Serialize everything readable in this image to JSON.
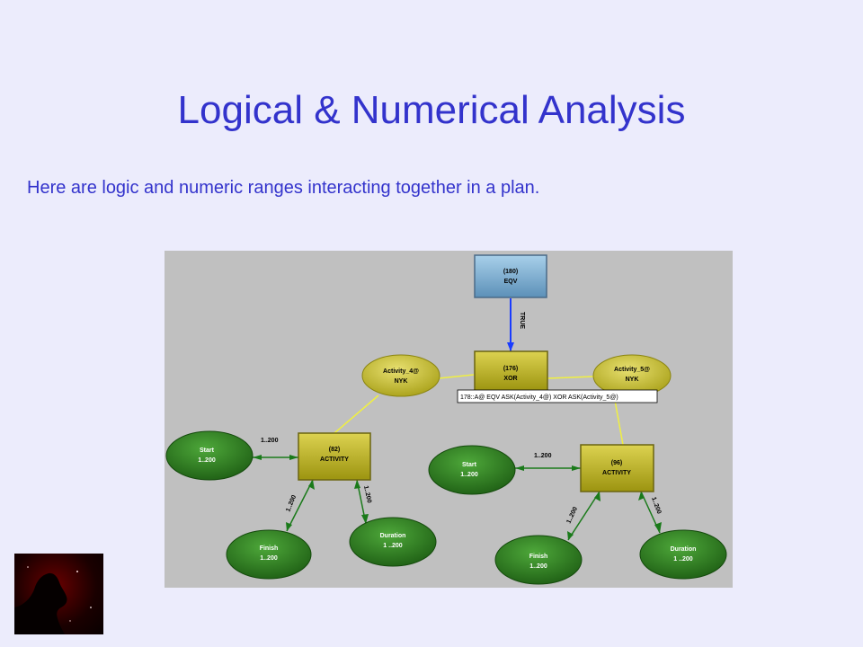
{
  "title": "Logical & Numerical Analysis",
  "subtitle": "Here are logic and numeric ranges interacting together in a plan.",
  "diagram": {
    "nodes": {
      "eqv": {
        "id": "(180)",
        "label": "EQV"
      },
      "xor": {
        "id": "(176)",
        "label": "XOR"
      },
      "act4": {
        "name": "Activity_4@",
        "loc": "NYK"
      },
      "act5": {
        "name": "Activity_5@",
        "loc": "NYK"
      },
      "activity82": {
        "id": "(82)",
        "label": "ACTIVITY"
      },
      "activity96": {
        "id": "(96)",
        "label": "ACTIVITY"
      },
      "start1": {
        "name": "Start",
        "range": "1..200"
      },
      "finish1": {
        "name": "Finish",
        "range": "1..200"
      },
      "duration1": {
        "name": "Duration",
        "range": "1 ..200"
      },
      "start2": {
        "name": "Start",
        "range": "1..200"
      },
      "finish2": {
        "name": "Finish",
        "range": "1..200"
      },
      "duration2": {
        "name": "Duration",
        "range": "1 ..200"
      }
    },
    "edges": {
      "true_label": "TRUE",
      "start1_label": "1..200",
      "finish1_label": "1..200",
      "duration1_label": "1..200",
      "start2_label": "1..200",
      "finish2_label": "1..200",
      "duration2_label": "1..200"
    },
    "tooltip": "178::A@ EQV ASK(Activity_4@) XOR ASK(Activity_5@)"
  },
  "colors": {
    "title": "#3333cc",
    "background": "#ececfc",
    "diagram_bg": "#c0c0c0",
    "rect_olive": "#b8b020",
    "ellipse_olive": "#c8c030",
    "ellipse_green": "#2e7d1e",
    "rect_blue": "#7aaed0",
    "edge_blue": "#1a3cff",
    "edge_yellow": "#f0f040",
    "edge_green": "#1a7a1a"
  },
  "image": {
    "name": "horsehead-nebula-thumbnail"
  }
}
